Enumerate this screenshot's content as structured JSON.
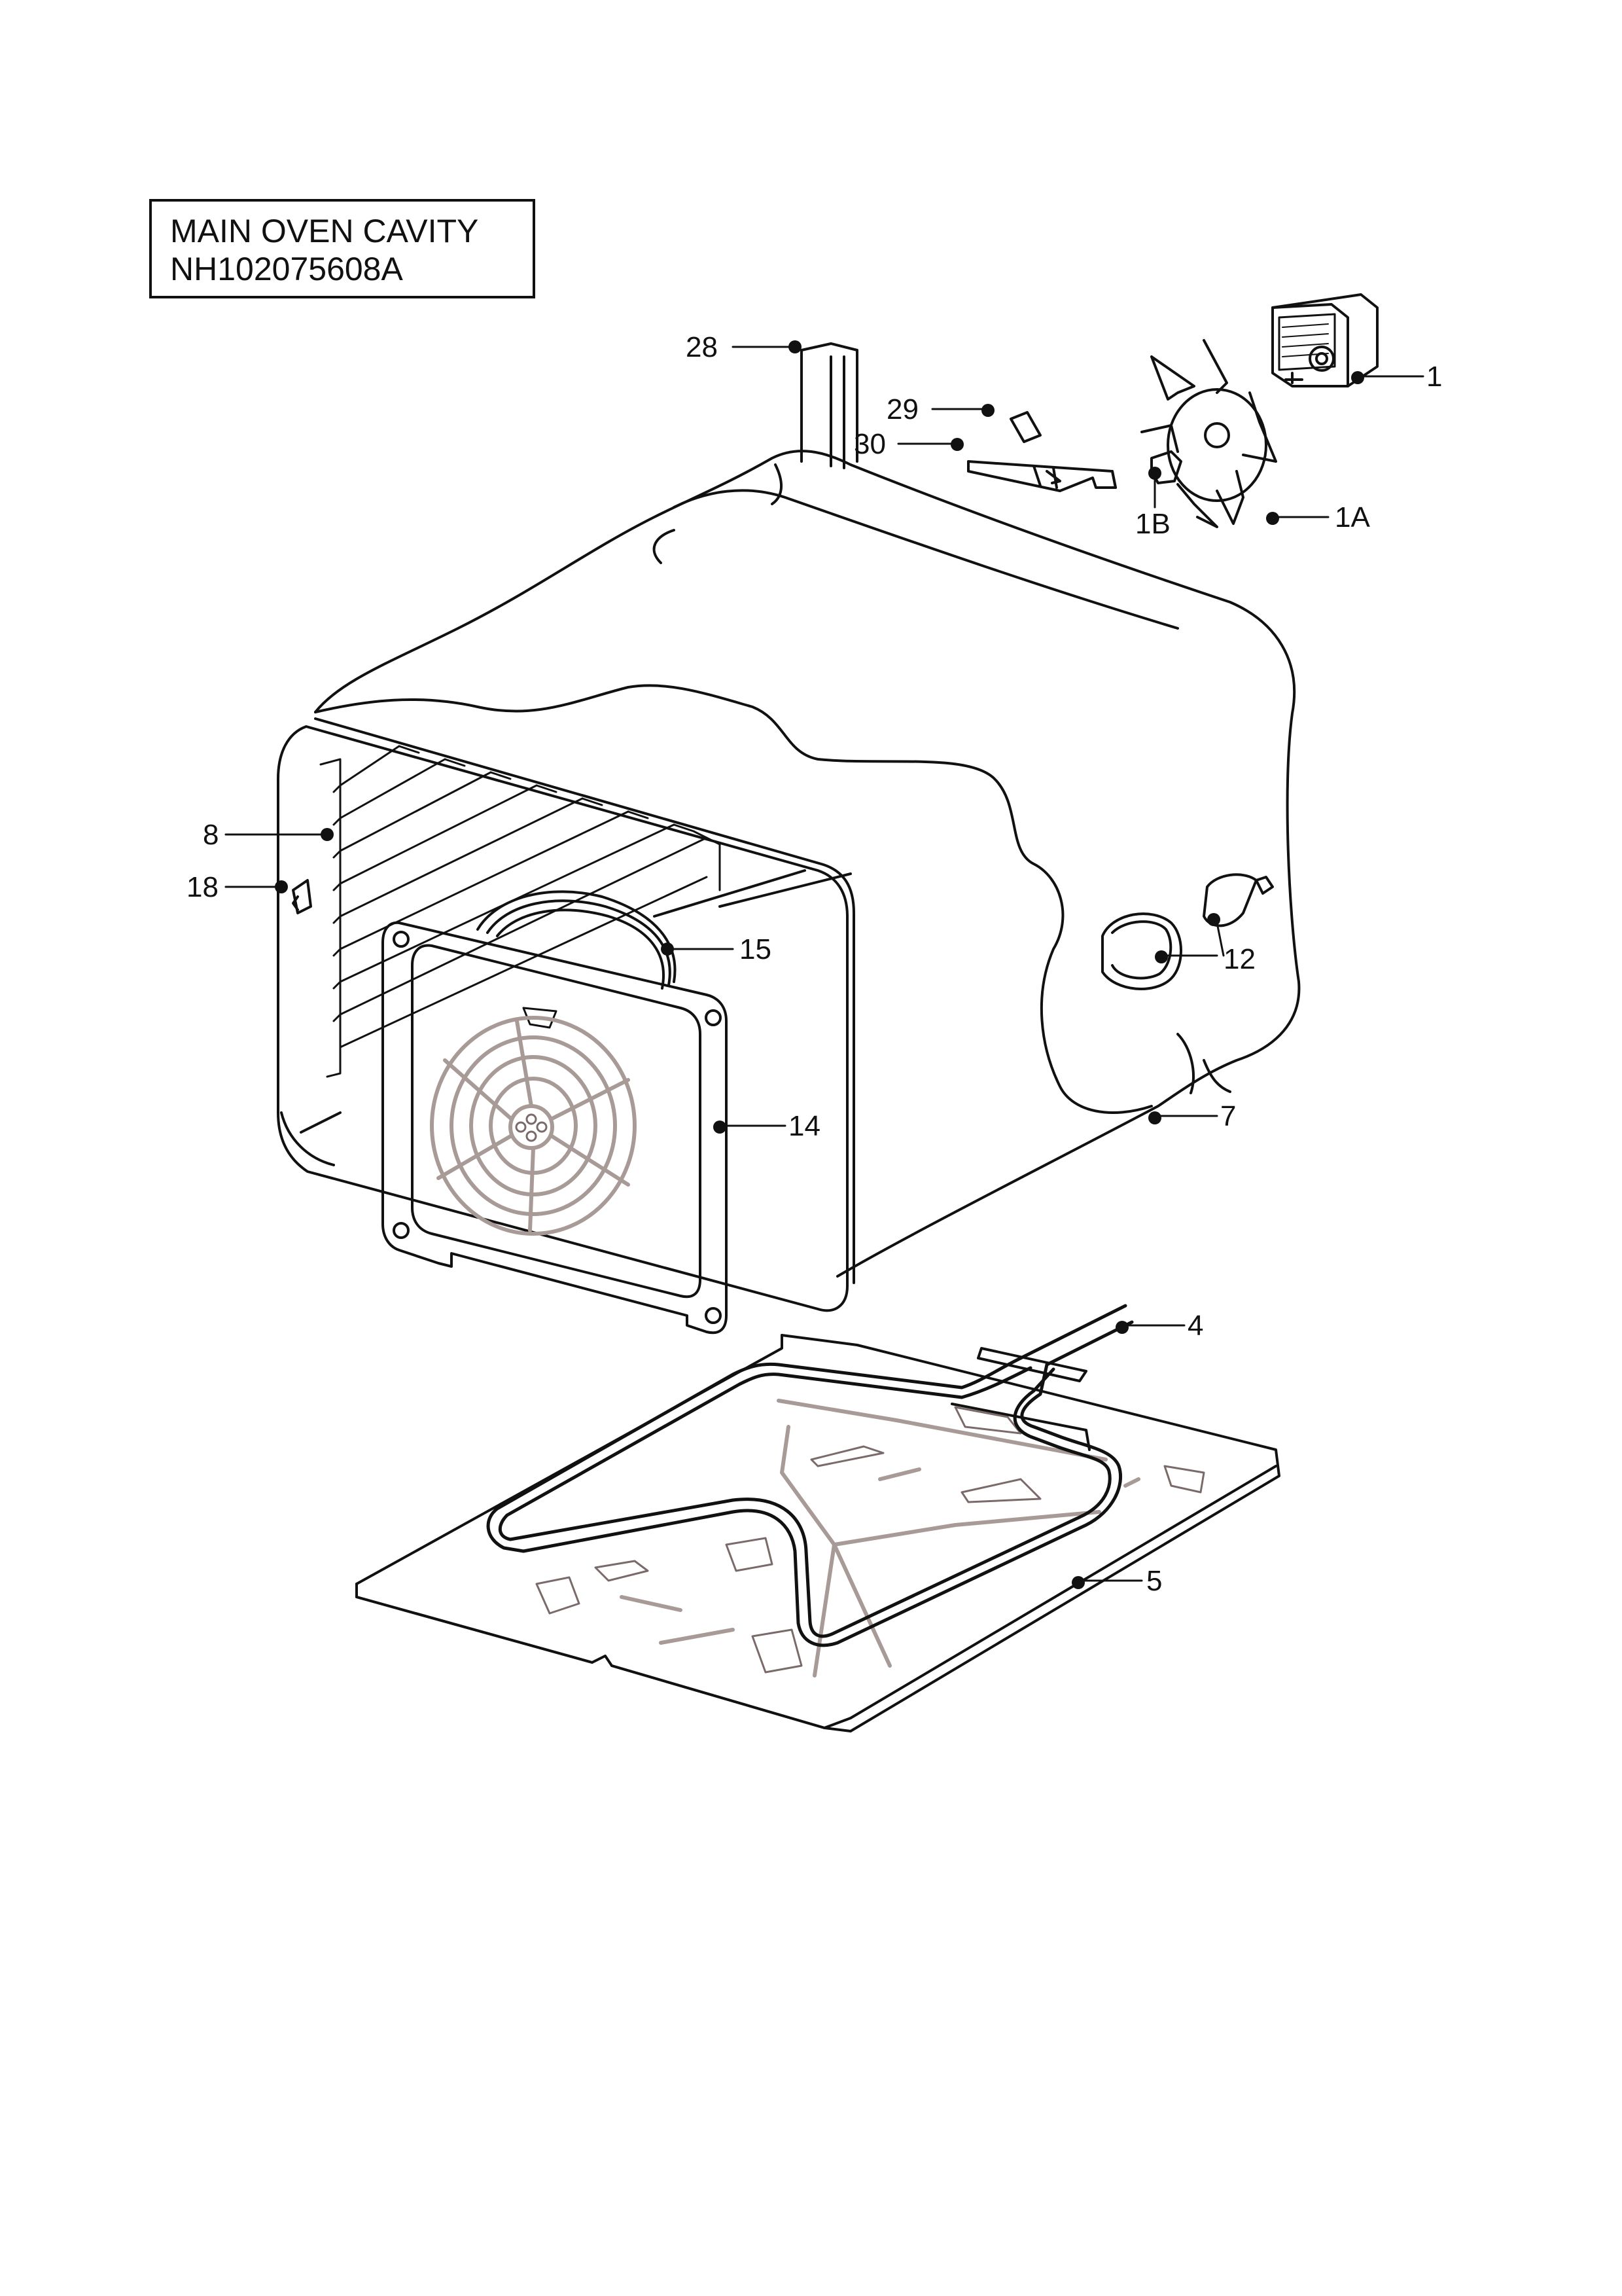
{
  "title_box": {
    "line1": "MAIN OVEN CAVITY",
    "line2": "NH102075608A"
  },
  "callouts": [
    {
      "id": "28",
      "label": "28"
    },
    {
      "id": "29",
      "label": "29"
    },
    {
      "id": "30",
      "label": "30"
    },
    {
      "id": "1",
      "label": "1"
    },
    {
      "id": "1B",
      "label": "1B"
    },
    {
      "id": "1A",
      "label": "1A"
    },
    {
      "id": "8",
      "label": "8"
    },
    {
      "id": "18",
      "label": "18"
    },
    {
      "id": "15",
      "label": "15"
    },
    {
      "id": "12",
      "label": "12"
    },
    {
      "id": "14",
      "label": "14"
    },
    {
      "id": "7",
      "label": "7"
    },
    {
      "id": "4",
      "label": "4"
    },
    {
      "id": "5",
      "label": "5"
    }
  ],
  "colors": {
    "line": "#111111",
    "detail": "#7a6a6a",
    "accent": "#a89a96",
    "background": "#ffffff"
  }
}
